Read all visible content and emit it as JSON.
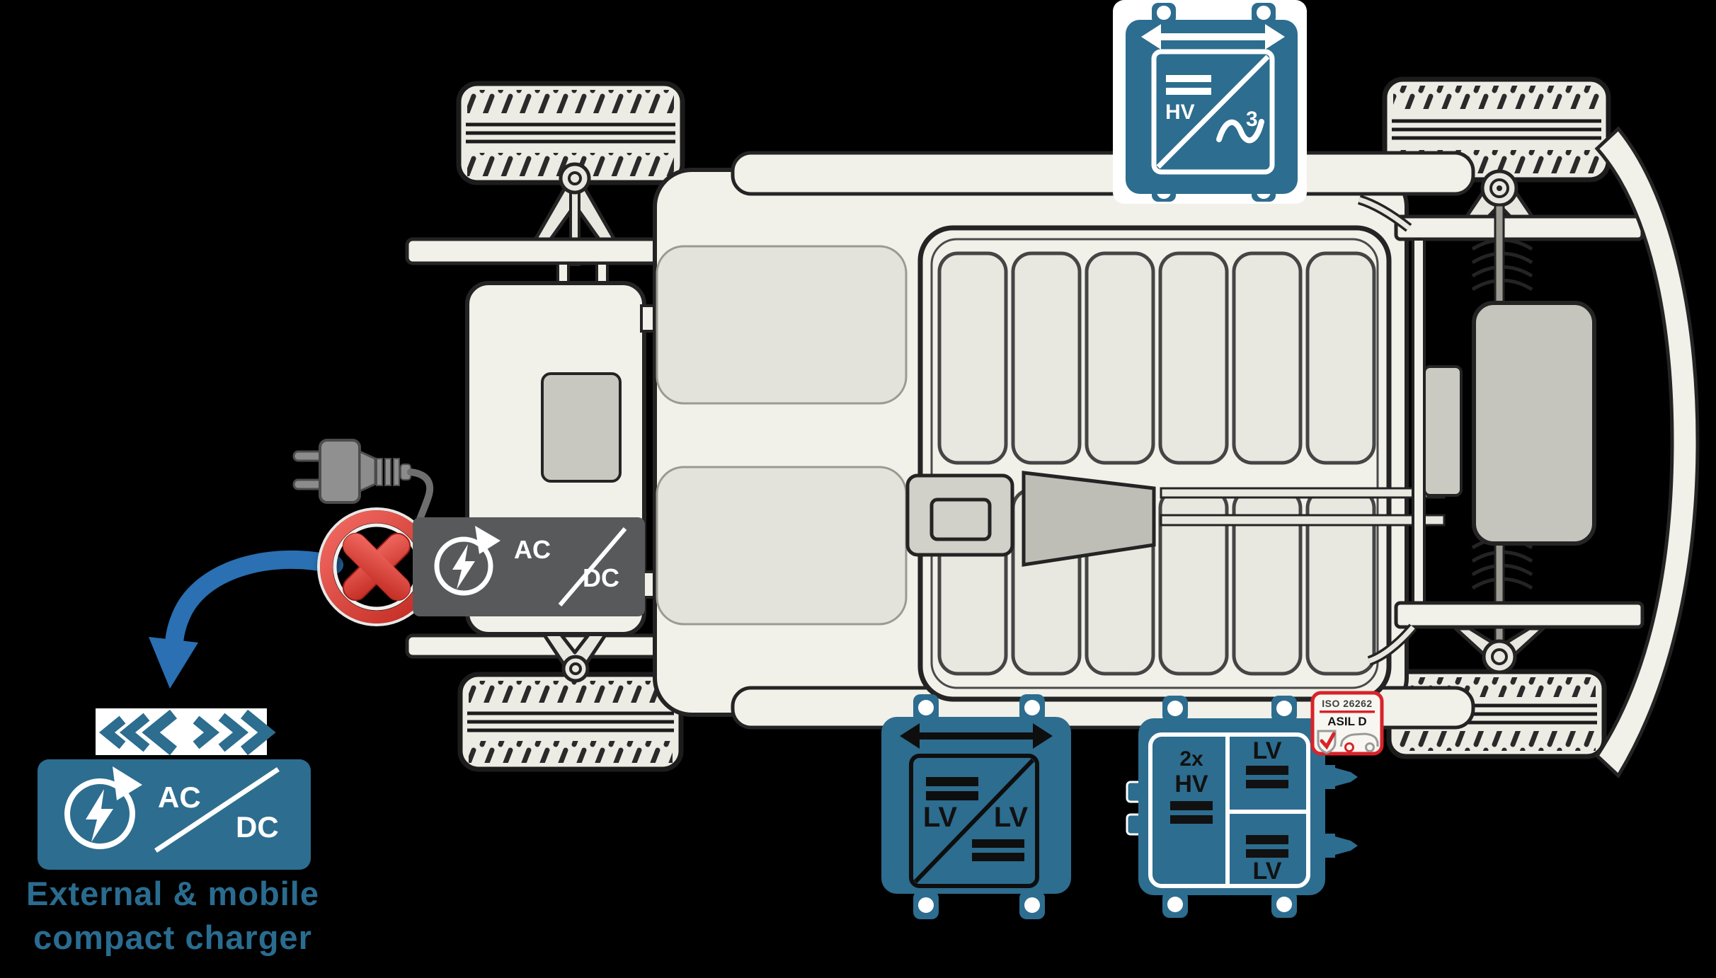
{
  "page": {
    "background_color": "#000000"
  },
  "palette": {
    "component_teal": "#2d6d8f",
    "charger_gray": "#58595b",
    "alert_red": "#cf2d27",
    "arrow_blue": "#2a70b3",
    "badge_red": "#d8232a",
    "chassis_fill": "#f1f0e9",
    "chassis_line": "#242424"
  },
  "top_inverter_icon": {
    "hv_label": "HV",
    "phase_count": "3"
  },
  "onboard_charger_icon": {
    "ac_label": "AC",
    "dc_label": "DC"
  },
  "external_charger": {
    "ac_label": "AC",
    "dc_label": "DC",
    "caption_line1": "External & mobile",
    "caption_line2": "compact charger"
  },
  "lv_converter_icon": {
    "lv_left_label": "LV",
    "lv_right_label": "LV"
  },
  "hv_lv_converter_icon": {
    "count_label": "2x",
    "hv_label": "HV",
    "lv_top_label": "LV",
    "lv_bottom_label": "LV"
  },
  "asil_badge": {
    "standard_label": "ISO 26262",
    "level_label": "ASIL D"
  }
}
